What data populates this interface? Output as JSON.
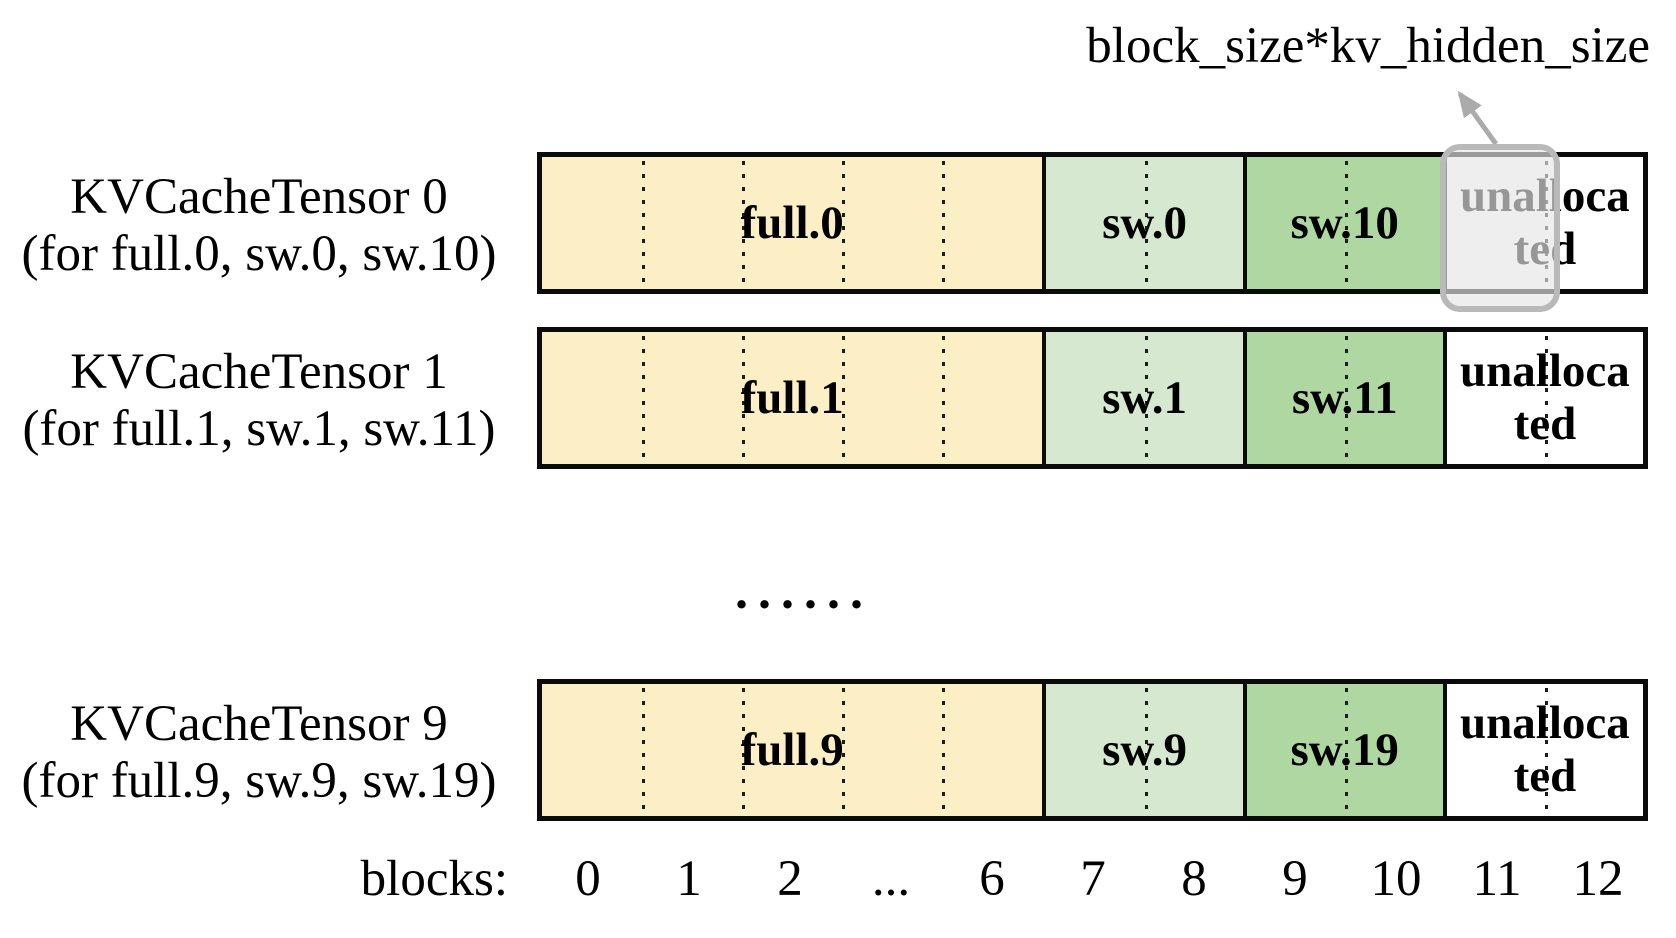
{
  "annotation": {
    "label": "block_size*kv_hidden_size",
    "points_to": "block 11 of KVCacheTensor 0"
  },
  "rows": [
    {
      "title": "KVCacheTensor 0",
      "subtitle": "(for full.0, sw.0, sw.10)",
      "sections": [
        {
          "label": "full.0",
          "blocks": "0-6"
        },
        {
          "label": "sw.0",
          "blocks": "7-8"
        },
        {
          "label": "sw.10",
          "blocks": "9-10"
        },
        {
          "label": "unallocated",
          "blocks": "11-12"
        }
      ],
      "highlighted_block": "11"
    },
    {
      "title": "KVCacheTensor 1",
      "subtitle": "(for full.1, sw.1, sw.11)",
      "sections": [
        {
          "label": "full.1",
          "blocks": "0-6"
        },
        {
          "label": "sw.1",
          "blocks": "7-8"
        },
        {
          "label": "sw.11",
          "blocks": "9-10"
        },
        {
          "label": "unallocated",
          "blocks": "11-12"
        }
      ]
    },
    {
      "title": "KVCacheTensor 9",
      "subtitle": "(for full.9, sw.9, sw.19)",
      "sections": [
        {
          "label": "full.9",
          "blocks": "0-6"
        },
        {
          "label": "sw.9",
          "blocks": "7-8"
        },
        {
          "label": "sw.19",
          "blocks": "9-10"
        },
        {
          "label": "unallocated",
          "blocks": "11-12"
        }
      ]
    }
  ],
  "ellipsis": "......",
  "blocks_axis": {
    "label": "blocks:",
    "ticks": [
      "0",
      "1",
      "2",
      "...",
      "6",
      "7",
      "8",
      "9",
      "10",
      "11",
      "12"
    ]
  },
  "colors": {
    "full_section": "#FCEEC5",
    "sw_section": "#D6E9D0",
    "sw2_section": "#AFD7A2",
    "unallocated_section": "#FFFFFF",
    "bar_border": "#0B0B0B",
    "highlight_box_border": "#B9B9B9",
    "highlight_box_fill": "rgba(229,229,229,0.66)",
    "arrow": "#ABABAB",
    "text": "#000000"
  }
}
